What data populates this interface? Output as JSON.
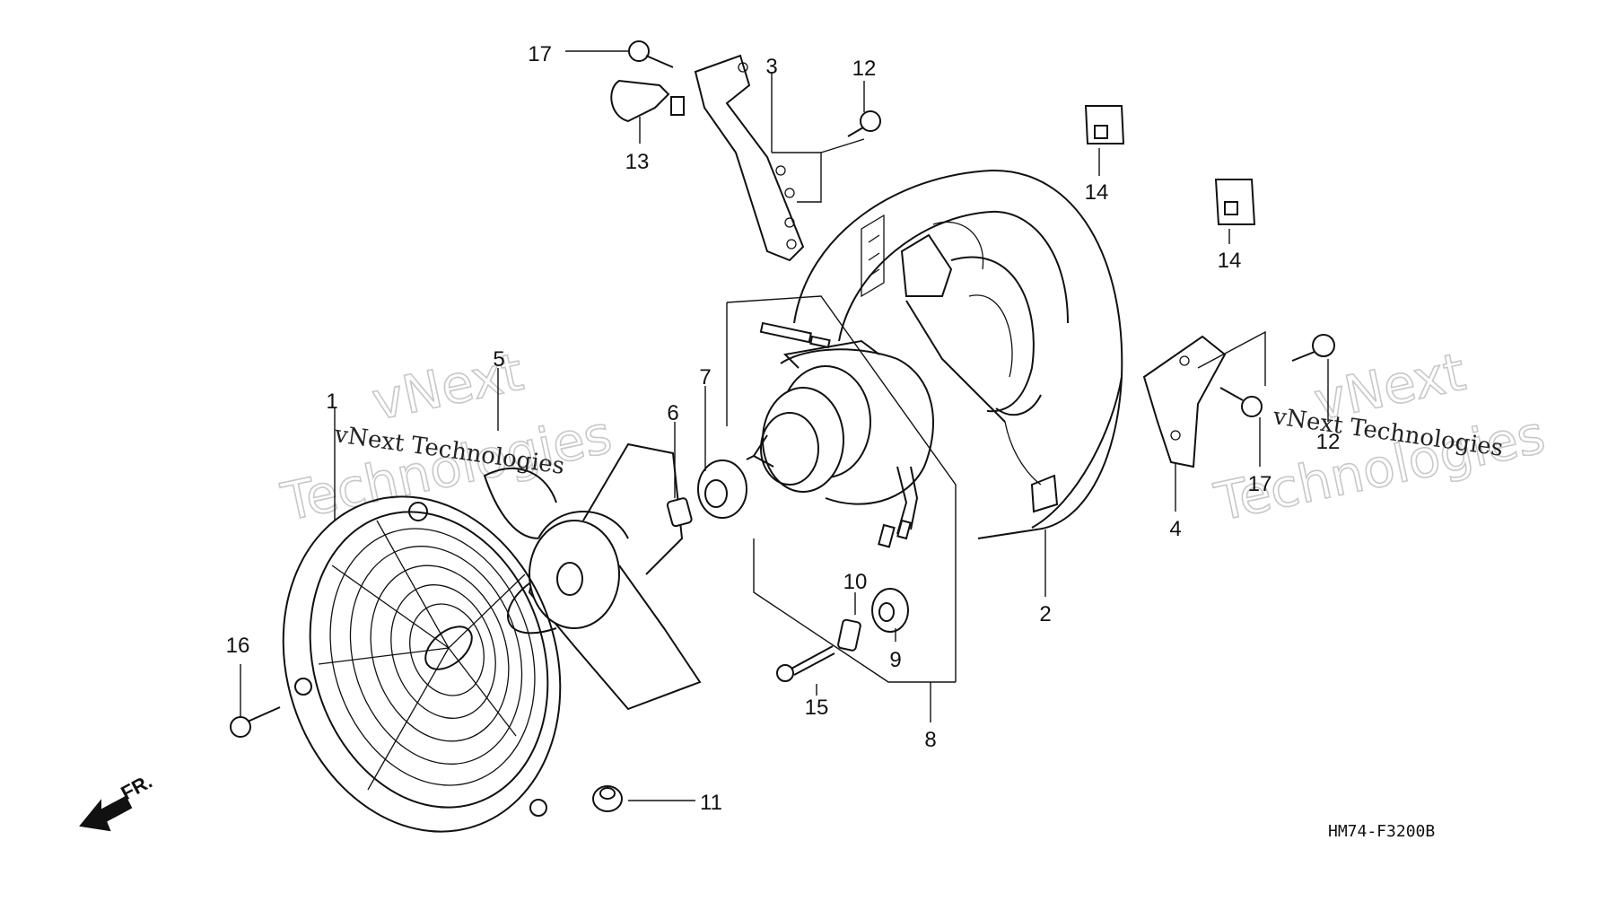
{
  "diagram": {
    "callouts": [
      {
        "id": "1",
        "text": "1"
      },
      {
        "id": "2",
        "text": "2"
      },
      {
        "id": "3",
        "text": "3"
      },
      {
        "id": "4",
        "text": "4"
      },
      {
        "id": "5",
        "text": "5"
      },
      {
        "id": "6",
        "text": "6"
      },
      {
        "id": "7",
        "text": "7"
      },
      {
        "id": "8",
        "text": "8"
      },
      {
        "id": "9",
        "text": "9"
      },
      {
        "id": "10",
        "text": "10"
      },
      {
        "id": "11",
        "text": "11"
      },
      {
        "id": "12a",
        "text": "12"
      },
      {
        "id": "12b",
        "text": "12"
      },
      {
        "id": "13",
        "text": "13"
      },
      {
        "id": "14a",
        "text": "14"
      },
      {
        "id": "14b",
        "text": "14"
      },
      {
        "id": "15",
        "text": "15"
      },
      {
        "id": "16",
        "text": "16"
      },
      {
        "id": "17a",
        "text": "17"
      },
      {
        "id": "17b",
        "text": "17"
      }
    ],
    "drawing_code": "HM74-F3200B",
    "front_arrow_label": "FR.",
    "watermarks": [
      {
        "line1": "vNext",
        "line2": "Technologies",
        "small": "vNext Technologies"
      },
      {
        "line1": "vNext",
        "line2": "Technologies",
        "small": "vNext Technologies"
      }
    ]
  }
}
